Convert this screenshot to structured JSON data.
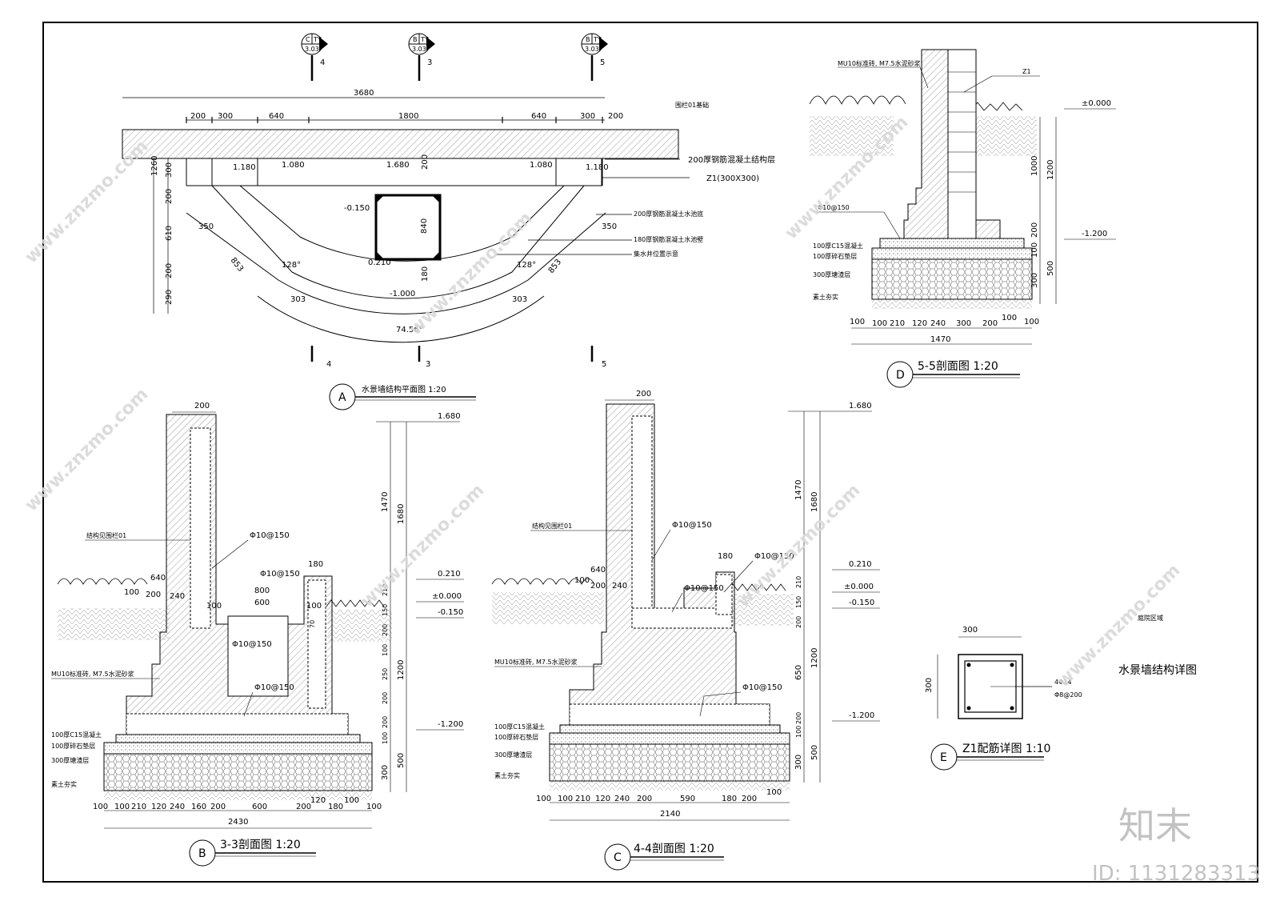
{
  "sheet_title": "水景墙结构详图",
  "region_label": "庭院区域",
  "watermark": {
    "site": "www.znzmo.com",
    "brand": "知末",
    "id": "ID: 1131283313"
  },
  "section_markers": [
    {
      "letter": "C",
      "ref": "TY",
      "sheet": "3.03",
      "number": "4"
    },
    {
      "letter": "B",
      "ref": "TY",
      "sheet": "3.03",
      "number": "3"
    },
    {
      "letter": "B",
      "ref": "TY",
      "sheet": "3.03",
      "number": "5"
    }
  ],
  "plan": {
    "badge": "A",
    "title": "水景墙结构平面图 1:20",
    "total_width": "3680",
    "dims_top": [
      "200",
      "300",
      "640",
      "1800",
      "640",
      "300",
      "200"
    ],
    "dims_left": [
      "300",
      "200",
      "610",
      "200",
      "290"
    ],
    "dim_1260": "1260",
    "dim_840": "840",
    "dim_200": "200",
    "dim_180": "180",
    "elevations": [
      "1.180",
      "1.080",
      "1.680",
      "1.080",
      "1.180",
      "-0.150",
      "0.210",
      "-1.000"
    ],
    "labels": [
      "围栏01基础",
      "200厚钢筋混凝土结构层",
      "Z1(300X300)",
      "200厚钢筋混凝土水池底",
      "180厚钢筋混凝土水池壁",
      "集水井位置示意"
    ],
    "angle_1": "128°",
    "angle_2": "128°",
    "angle_arc": "74.56°",
    "dim_350a": "350",
    "dim_350b": "350",
    "dim_853a": "853",
    "dim_853b": "853",
    "dim_303a": "303",
    "dim_303b": "303",
    "cut_4": "4",
    "cut_3": "3",
    "cut_5": "5"
  },
  "sec55": {
    "badge": "D",
    "title": "5-5剖面图 1:20",
    "label_brick": "MU10标准砖, M7.5水泥砂浆",
    "label_z1": "Z1",
    "label_rebar": "Φ10@150",
    "label_c15": "100厚C15混凝土",
    "label_gravel": "100厚碎石垫层",
    "label_fill": "300厚塘渣层",
    "label_soil": "素土夯实",
    "elev_0": "±0.000",
    "elev_m12": "-1.200",
    "dims_right": [
      "1000",
      "1200",
      "200",
      "100",
      "500",
      "300"
    ],
    "dims_bottom": [
      "100",
      "100",
      "210",
      "120",
      "240",
      "300",
      "200",
      "100",
      "100"
    ],
    "total": "1470"
  },
  "sec33": {
    "badge": "B",
    "title": "3-3剖面图 1:20",
    "dim_200": "200",
    "label_fence": "结构见围栏01",
    "label_rebar1": "Φ10@150",
    "label_rebar2": "Φ10@150",
    "label_rebar3": "Φ10@150",
    "label_rebar4": "Φ10@150",
    "dim_180": "180",
    "dim_640": "640",
    "dim_100a": "100",
    "dim_240": "240",
    "dim_800": "800",
    "dim_600": "600",
    "dim_100b": "100",
    "dim_200b": "200",
    "dim_100c": "100",
    "dim_70": "70",
    "label_brick": "MU10标准砖, M7.5水泥砂浆",
    "label_c15": "100厚C15混凝土",
    "label_gravel": "100厚碎石垫层",
    "label_fill": "300厚塘渣层",
    "label_soil": "素土夯实",
    "elevs": [
      "1.680",
      "0.210",
      "±0.000",
      "-0.150",
      "-1.200"
    ],
    "dims_right1": [
      "1470",
      "1680"
    ],
    "dims_right2": [
      "210",
      "150",
      "200",
      "100",
      "250",
      "200",
      "200",
      "100",
      "1200",
      "500",
      "300"
    ],
    "dims_bottom": [
      "100",
      "100",
      "210",
      "120",
      "240",
      "160",
      "200",
      "600",
      "200",
      "120",
      "180",
      "100",
      "100"
    ],
    "total": "2430"
  },
  "sec44": {
    "badge": "C",
    "title": "4-4剖面图 1:20",
    "dim_200": "200",
    "label_fence": "结构见围栏01",
    "label_rebar1": "Φ10@150",
    "label_rebar2": "Φ10@150",
    "label_rebar3": "Φ10@150",
    "label_rebar4": "Φ10@150",
    "dim_180": "180",
    "dim_640": "640",
    "dim_100": "100",
    "dim_200b": "200",
    "dim_240": "240",
    "label_brick": "MU10标准砖, M7.5水泥砂浆",
    "label_c15": "100厚C15混凝土",
    "label_gravel": "100厚碎石垫层",
    "label_fill": "300厚塘渣层",
    "label_soil": "素土夯实",
    "elevs": [
      "1.680",
      "0.210",
      "±0.000",
      "-0.150",
      "-1.200"
    ],
    "dims_right1": [
      "1470",
      "1680"
    ],
    "dims_right2": [
      "210",
      "150",
      "200",
      "650",
      "200",
      "100",
      "1200",
      "500",
      "300"
    ],
    "dims_bottom": [
      "100",
      "100",
      "210",
      "120",
      "240",
      "200",
      "590",
      "180",
      "200",
      "100"
    ],
    "total": "2140"
  },
  "z1": {
    "badge": "E",
    "title": "Z1配筋详图 1:10",
    "width": "300",
    "height": "300",
    "main_bars": "4Φ14",
    "stirrups": "Φ8@200"
  }
}
